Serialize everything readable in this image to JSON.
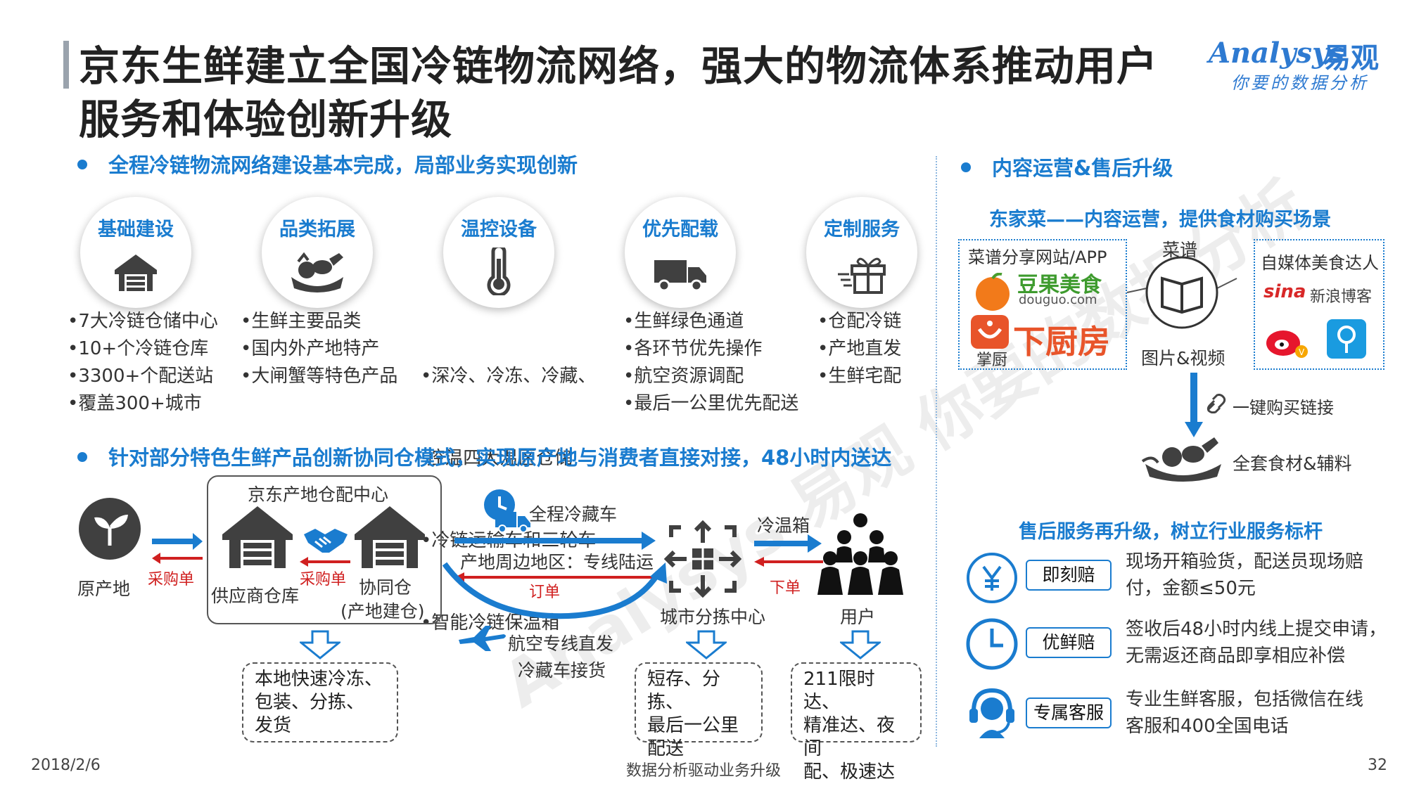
{
  "title": "京东生鲜建立全国冷链物流网络，强大的物流体系推动用户服务和体验创新升级",
  "logo": {
    "en": "Analysys",
    "cn": "易观",
    "sub": "你要的数据分析"
  },
  "watermark": "Analysys 易观 你要的数据分析",
  "section1": {
    "heading": "全程冷链物流网络建设基本完成，局部业务实现创新",
    "circles": [
      {
        "label": "基础建设",
        "icon": "warehouse-icon"
      },
      {
        "label": "品类拓展",
        "icon": "vegetables-icon"
      },
      {
        "label": "温控设备",
        "icon": "thermometer-icon"
      },
      {
        "label": "优先配载",
        "icon": "truck-icon"
      },
      {
        "label": "定制服务",
        "icon": "gift-icon"
      }
    ],
    "features": [
      [
        "•7大冷链仓储中心",
        "•10+个冷链仓库",
        "•3300+个配送站",
        "•覆盖300+城市"
      ],
      [
        "•生鲜主要品类",
        "•国内外产地特产",
        "•大闸蟹等特色产品"
      ],
      [
        "•深冷、冷冻、冷藏、",
        " 控温四大温区仓储",
        "•冷链运输车和三轮车",
        "•智能冷链保温箱"
      ],
      [
        "•生鲜绿色通道",
        "•各环节优先操作",
        "•航空资源调配",
        "•最后一公里优先配送"
      ],
      [
        "•仓配冷链",
        "•产地直发",
        "•生鲜宅配"
      ]
    ]
  },
  "section2": {
    "heading": "针对部分特色生鲜产品创新协同仓模式，实现原产地与消费者直接对接，48小时内送达",
    "origin": "原产地",
    "purchase1": "采购单",
    "center_title": "京东产地仓配中心",
    "supplier": "供应商仓库",
    "purchase2": "采购单",
    "collab": "协同仓",
    "collab_sub": "(产地建仓)",
    "cold_truck": "全程冷藏车",
    "nearby": "产地周边地区：专线陆运",
    "order": "订单",
    "air": "航空专线直发",
    "air_sub": "冷藏车接货",
    "sorting": "城市分拣中心",
    "cool_box": "冷温箱",
    "place_order": "下单",
    "user": "用户",
    "box1": [
      "本地快速冷冻、",
      "包装、分拣、",
      "发货"
    ],
    "box2": [
      "短存、分拣、",
      "最后一公里",
      "配送"
    ],
    "box3": [
      "211限时达、",
      "精准达、夜间",
      "配、极速达"
    ]
  },
  "right": {
    "heading": "内容运营&售后升级",
    "sub1": "东家菜——内容运营，提供食材购买场景",
    "recipe_site": "菜谱分享网站/APP",
    "douguo_cn": "豆果美食",
    "douguo_en": "douguo.com",
    "zhangchu": "掌厨",
    "xiachufang": "下厨房",
    "recipe": "菜谱",
    "media": "自媒体美食达人",
    "sina": "sina",
    "sina_blog": "新浪博客",
    "pic_video": "图片&视频",
    "buy_link": "一键购买链接",
    "ingredients": "全套食材&辅料",
    "sub2": "售后服务再升级，树立行业服务标杆",
    "services": [
      {
        "label": "即刻赔",
        "icon": "yen-icon",
        "desc": [
          "现场开箱验货，配送员现场赔",
          "付，金额≤50元"
        ]
      },
      {
        "label": "优鲜赔",
        "icon": "clock-icon",
        "desc": [
          "签收后48小时内线上提交申请，",
          "无需返还商品即享相应补偿"
        ]
      },
      {
        "label": "专属客服",
        "icon": "headset-icon",
        "desc": [
          "专业生鲜客服，包括微信在线",
          "客服和400全国电话"
        ]
      }
    ]
  },
  "footer": {
    "date": "2018/2/6",
    "center": "数据分析驱动业务升级",
    "page": "32"
  },
  "colors": {
    "accent": "#1a7ccf",
    "red": "#d02020",
    "dark": "#404040"
  }
}
